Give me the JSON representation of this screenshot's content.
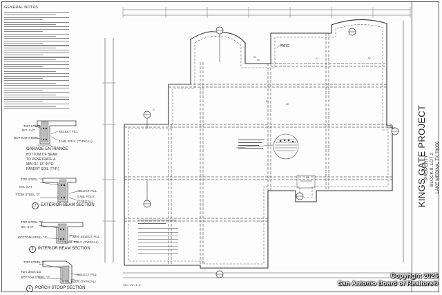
{
  "notes": {
    "title": "GENERAL NOTES"
  },
  "details": {
    "garage_entrance": {
      "labels": [
        "TOP STEEL",
        "NO. 3 AT",
        "BOTTOM STEEL",
        "SELECT FILL",
        "6 MIL POLY. (TYPICAL)"
      ],
      "title": "GARAGE ENTRANCE",
      "notes": [
        "BOTTOM OF BEAM",
        "TO PENETRATE A",
        "MIN OF 12\" INTO",
        "PARENT SOIL (TYP.)"
      ]
    },
    "exterior_beam": {
      "labels": [
        "TOP STEEL \"1\"",
        "NO. 3 AT",
        "TTOM STEEL \"2\"",
        "SELECT FILL",
        "6 MIL POLY.",
        "(TYPICAL)"
      ],
      "number": "2",
      "caption": "EXTERIOR BEAM SECTION"
    },
    "interior_beam": {
      "labels": [
        "TOP STEEL \"3\"",
        "NO. 3 AT",
        "BOTTOM STEEL \"4\"",
        "7\" MIN. SELECT FILL",
        "6 MIL POLY. (TYPICAL)"
      ],
      "number": "3",
      "caption": "INTERIOR BEAM SECTION"
    },
    "porch_stoop": {
      "labels": [
        "TOP STEEL \"1\"",
        "Turn down bar",
        "BOTTOM STEEL \"2\"",
        "SELECT FILL",
        "6 MIL POLY. (TYPICAL)"
      ],
      "number": "4",
      "caption": "PORCH STOOP SECTION"
    }
  },
  "plan": {
    "patio_label": "PATIO",
    "scale_note": "SM1 1/8\"=1'-0\""
  },
  "titleblock": {
    "project": "KINGS GATE PROJECT",
    "line1": "PROPERTY",
    "line2": "BLOCK 8, LOT 2",
    "line3": "LAKE MEDINA, TX 78056"
  },
  "watermark": {
    "line1": "Copyright 2025",
    "line2": "San Antonio Board of Realtors®"
  }
}
